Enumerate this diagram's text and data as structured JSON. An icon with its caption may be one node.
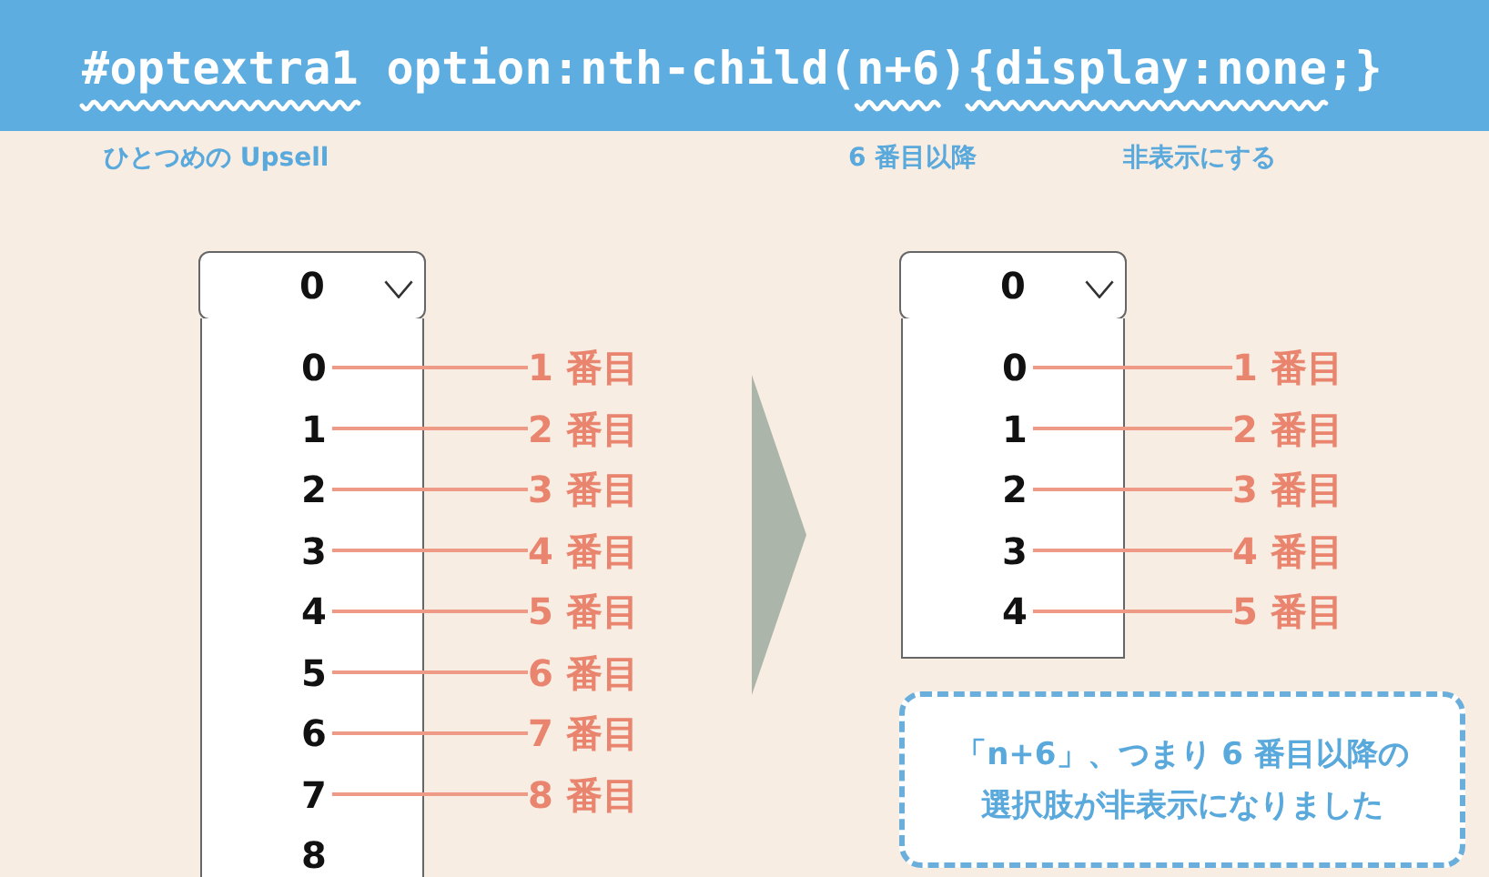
{
  "diagram": {
    "title": "#optextra1 option:nth-child(n+6){display:none;}",
    "nodes": [
      {
        "text": [
          "0"
        ]
      },
      {
        "text": [],
        "shape": "box"
      },
      {
        "text": [
          "0"
        ],
        "in": 1
      },
      {
        "text": [
          "1"
        ],
        "in": 1
      },
      {
        "text": [
          "2"
        ],
        "in": 1
      },
      {
        "text": [
          "3"
        ],
        "in": 1
      },
      {
        "text": [
          "4"
        ],
        "in": 1
      },
      {
        "text": [
          "5"
        ],
        "in": 1
      },
      {
        "text": [
          "6"
        ],
        "in": 1
      },
      {
        "text": [
          "7"
        ],
        "in": 1
      },
      {
        "text": [
          "8"
        ],
        "in": 1
      },
      {
        "text": [
          "1 番目"
        ]
      },
      {
        "text": [
          "2 番目"
        ]
      },
      {
        "text": [
          "3 番目"
        ]
      },
      {
        "text": [
          "4 番目"
        ]
      },
      {
        "text": [
          "5 番目"
        ]
      },
      {
        "text": [
          "6 番目"
        ]
      },
      {
        "text": [
          "7 番目"
        ]
      },
      {
        "text": [
          "8 番目"
        ]
      },
      {
        "text": [
          "0"
        ]
      },
      {
        "text": [],
        "shape": "box"
      },
      {
        "text": [
          "0"
        ],
        "in": 20
      },
      {
        "text": [
          "1"
        ],
        "in": 20
      },
      {
        "text": [
          "2"
        ],
        "in": 20
      },
      {
        "text": [
          "3"
        ],
        "in": 20
      },
      {
        "text": [
          "4"
        ],
        "in": 20
      },
      {
        "text": [
          "1 番目"
        ]
      },
      {
        "text": [
          "2 番目"
        ]
      },
      {
        "text": [
          "3 番目"
        ]
      },
      {
        "text": [
          "4 番目"
        ]
      },
      {
        "text": [
          "5 番目"
        ]
      },
      {
        "text": [
          "「n+6」、つまり 6 番目以降の選択肢が非表示になりました"
        ]
      }
    ],
    "edges": [
      {
        "from": 11,
        "to": 2,
        "arrow": "none"
      },
      {
        "from": 12,
        "to": 3,
        "arrow": "none"
      },
      {
        "from": 13,
        "to": 4,
        "arrow": "none"
      },
      {
        "from": 14,
        "to": 5,
        "arrow": "none"
      },
      {
        "from": 15,
        "to": 6,
        "arrow": "none"
      },
      {
        "from": 16,
        "to": 7,
        "arrow": "none"
      },
      {
        "from": 17,
        "to": 8,
        "arrow": "none"
      },
      {
        "from": 18,
        "to": 9,
        "arrow": "none"
      },
      {
        "from": 26,
        "to": 21,
        "arrow": "none"
      },
      {
        "from": 27,
        "to": 22,
        "arrow": "none"
      },
      {
        "from": 28,
        "to": 23,
        "arrow": "none"
      },
      {
        "from": 29,
        "to": 24,
        "arrow": "none"
      },
      {
        "from": 30,
        "to": 25,
        "arrow": "none"
      }
    ],
    "labels": [
      "ひとつめの Upsell",
      "6 番目以降",
      "非表示にする"
    ]
  }
}
